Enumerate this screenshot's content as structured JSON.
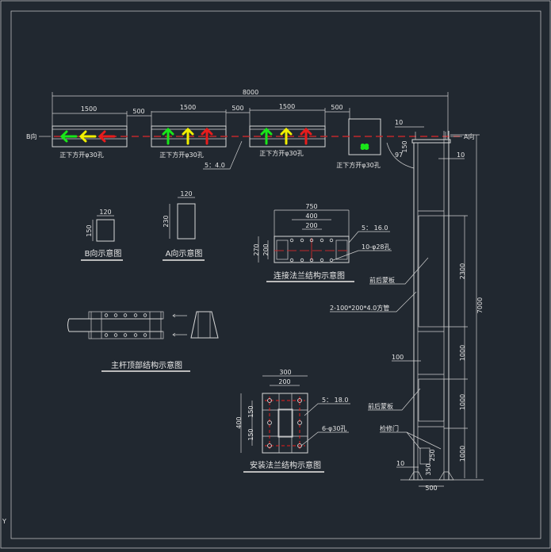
{
  "colors": {
    "background": "#212830",
    "line": "#d8d8d8",
    "centerline": "#c0282a",
    "green": "#19e619",
    "yellow": "#f0f000",
    "red": "#e81c1c"
  },
  "elevation": {
    "total_width": "8000",
    "box_width": "1500",
    "gap": "500",
    "direction_b": "B向",
    "direction_a": "A向",
    "hole_note": "正下方开φ30孔",
    "plate_note": "5：4.0",
    "display_digits": "88",
    "dim_10_top": "10",
    "dim_150": "150",
    "dim_angle": "97",
    "dim_10_right": "10",
    "arrows_box1": [
      "green-left",
      "yellow-left",
      "red-left"
    ],
    "arrows_box2": [
      "green-up",
      "yellow-up",
      "red-up"
    ],
    "arrows_box3": [
      "green-up",
      "yellow-up",
      "red-up"
    ]
  },
  "pole": {
    "dim_2300": "2300",
    "dim_7000": "7000",
    "dim_1000a": "1000",
    "dim_1000b": "1000",
    "dim_1000c": "1000",
    "dim_100": "100",
    "dim_10": "10",
    "dim_350": "350",
    "dim_250": "250",
    "dim_500": "500",
    "panel_label_1": "前后蒙板",
    "tube_label": "2-100*200*4.0方管",
    "panel_label_2": "前后蒙板",
    "door_label": "检修门"
  },
  "b_view": {
    "width": "120",
    "height": "150",
    "title": "B向示意图"
  },
  "a_view": {
    "width": "120",
    "height": "230",
    "title": "A向示意图"
  },
  "top_structure": {
    "title": "主杆顶部结构示意图"
  },
  "connect_flange": {
    "dim_750": "750",
    "dim_400": "400",
    "dim_200": "200",
    "dim_270": "270",
    "dim_200v": "200",
    "plate": "5： 16.0",
    "holes": "10-φ28孔",
    "title": "连接法兰结构示意图"
  },
  "mount_flange": {
    "dim_300": "300",
    "dim_200": "200",
    "dim_400": "400",
    "dim_150a": "150",
    "dim_150b": "150",
    "plate": "5： 18.0",
    "holes": "6-φ30孔",
    "title": "安装法兰结构示意图"
  },
  "ucs": {
    "y_axis": "Y"
  }
}
